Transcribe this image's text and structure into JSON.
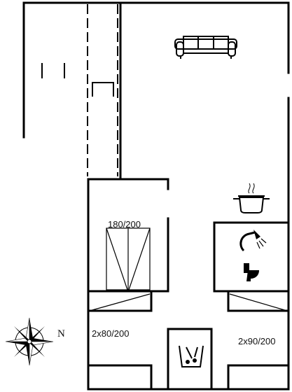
{
  "floorplan": {
    "labels": {
      "double_bed": "180/200",
      "bunk_left": "2x80/200",
      "bunk_right": "2x90/200"
    },
    "compass": {
      "north_label": "N"
    },
    "icons": [
      "sofa-icon",
      "cooking-pot-icon",
      "shower-icon",
      "toilet-icon",
      "washing-machine-icon",
      "compass-rose-icon"
    ]
  }
}
